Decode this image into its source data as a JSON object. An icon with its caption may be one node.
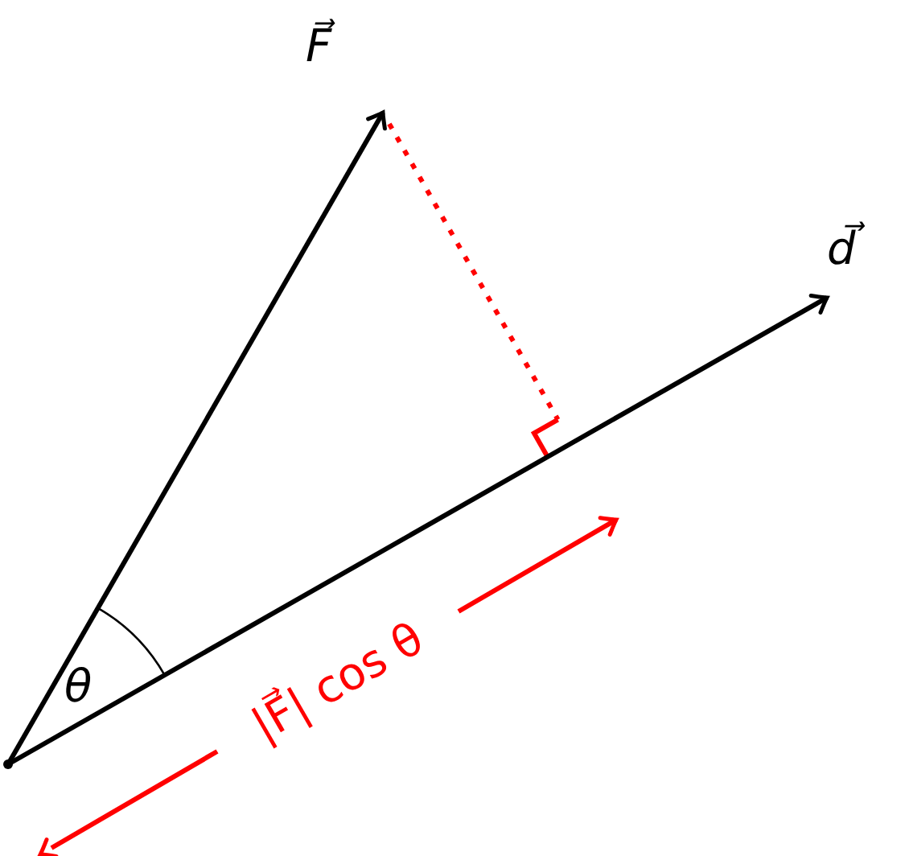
{
  "diagram": {
    "nodes": [
      {
        "text": [],
        "shape": "point"
      },
      {
        "text": [
          "F⃗"
        ]
      },
      {
        "text": [
          "d⃗"
        ]
      }
    ],
    "edges": [
      {
        "from": 0,
        "to": 1,
        "arrow": "to"
      },
      {
        "from": 0,
        "to": 2,
        "arrow": "to"
      }
    ],
    "labels": [
      "θ",
      "|F⃗| cos θ"
    ]
  }
}
